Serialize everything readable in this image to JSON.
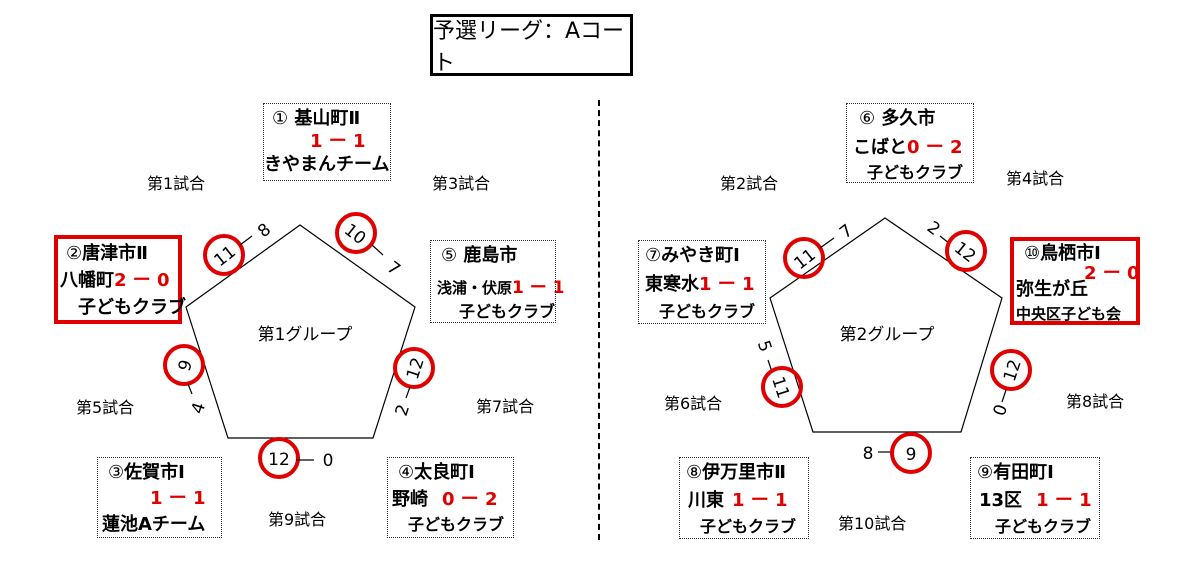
{
  "title": "予選リーグ：Aコート",
  "group1": {
    "label": "第1グループ",
    "teams": [
      {
        "no": "①",
        "name": "基山町Ⅱ",
        "score": "1 ー 1",
        "sub": "きやまんチーム"
      },
      {
        "no": "②",
        "name": "唐津市Ⅱ",
        "sub1": "八幡町",
        "score": "2 ー 0",
        "sub2": "子どもクラブ"
      },
      {
        "no": "⑤",
        "name": "鹿島市",
        "sub1": "浅浦・伏原",
        "score": "1 ー 1",
        "sub2": "子どもクラブ"
      },
      {
        "no": "③",
        "name": "佐賀市Ⅰ",
        "score": "1 ー 1",
        "sub": "蓮池Aチーム"
      },
      {
        "no": "④",
        "name": "太良町Ⅰ",
        "sub1": "野崎",
        "score": "0 ー 2",
        "sub2": "子どもクラブ"
      }
    ],
    "matches": [
      "第1試合",
      "第3試合",
      "第5試合",
      "第7試合",
      "第9試合"
    ],
    "edge_scores": [
      {
        "a": "11",
        "b": "8"
      },
      {
        "a": "10",
        "b": "7"
      },
      {
        "a": "9",
        "b": "4"
      },
      {
        "a": "12",
        "b": "2"
      },
      {
        "a": "12",
        "b": "0"
      }
    ]
  },
  "group2": {
    "label": "第2グループ",
    "teams": [
      {
        "no": "⑥",
        "name": "多久市",
        "sub1": "こばと",
        "score": "0 ー 2",
        "sub2": "子どもクラブ"
      },
      {
        "no": "⑦",
        "name": "みやき町Ⅰ",
        "sub1": "東寒水",
        "score": "1 ー 1",
        "sub2": "子どもクラブ"
      },
      {
        "no": "⑩",
        "name": "鳥栖市Ⅰ",
        "score": "2 ー 0",
        "sub1": "弥生が丘",
        "sub2": "中央区子ども会"
      },
      {
        "no": "⑧",
        "name": "伊万里市Ⅱ",
        "sub1": "川東",
        "score": "1 ー 1",
        "sub2": "子どもクラブ"
      },
      {
        "no": "⑨",
        "name": "有田町Ⅰ",
        "sub1": "13区",
        "score": "1 ー 1",
        "sub2": "子どもクラブ"
      }
    ],
    "matches": [
      "第2試合",
      "第4試合",
      "第6試合",
      "第8試合",
      "第10試合"
    ],
    "edge_scores": [
      {
        "a": "11",
        "b": "7"
      },
      {
        "a": "2",
        "b": "12"
      },
      {
        "a": "5",
        "b": "11"
      },
      {
        "a": "12",
        "b": "0"
      },
      {
        "a": "8",
        "b": "9"
      }
    ]
  },
  "colors": {
    "accent_red": "#e00000",
    "line": "#000000"
  }
}
